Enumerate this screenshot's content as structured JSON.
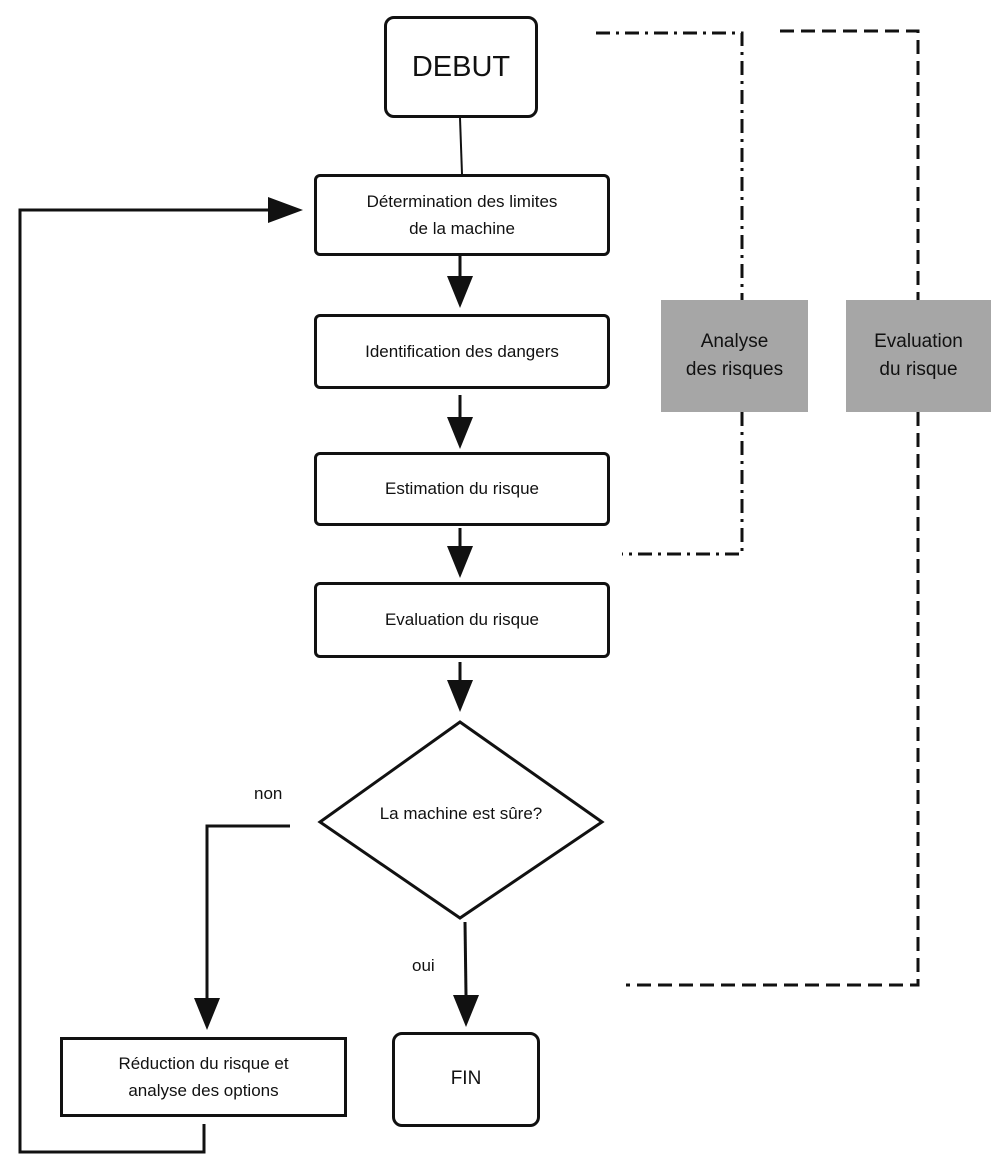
{
  "nodes": {
    "debut": "DEBUT",
    "limites": "Détermination des limites\nde la machine",
    "identification": "Identification des dangers",
    "estimation": "Estimation du risque",
    "evaluation": "Evaluation du risque",
    "decision": "La machine est sûre?",
    "reduction": "Réduction du risque et\nanalyse des options",
    "fin": "FIN"
  },
  "side_labels": {
    "analyse": "Analyse\ndes risques",
    "evaluation": "Evaluation\ndu risque"
  },
  "edge_labels": {
    "non": "non",
    "oui": "oui"
  },
  "colors": {
    "stroke": "#111111",
    "group_fill": "#a6a6a6"
  }
}
